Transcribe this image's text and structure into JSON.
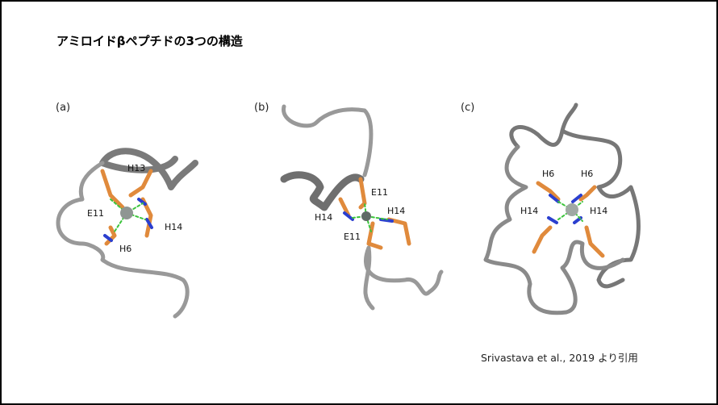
{
  "title": "アミロイドβペプチドの3つの構造",
  "citation": "Srivastava et al., 2019 より引用",
  "panels": [
    {
      "label": "(a)",
      "residues": [
        "H13",
        "E11",
        "H14",
        "H6"
      ]
    },
    {
      "label": "(b)",
      "residues": [
        "H14",
        "E11",
        "H14",
        "E11"
      ]
    },
    {
      "label": "(c)",
      "residues": [
        "H6",
        "H6",
        "H14",
        "H14"
      ]
    }
  ],
  "colors": {
    "backbone": "#8a8a8a",
    "sidechain": "#e08a3c",
    "nitrogen": "#2b3fcf",
    "metal": "#9aa3a0",
    "coordination": "#3cc43c"
  }
}
